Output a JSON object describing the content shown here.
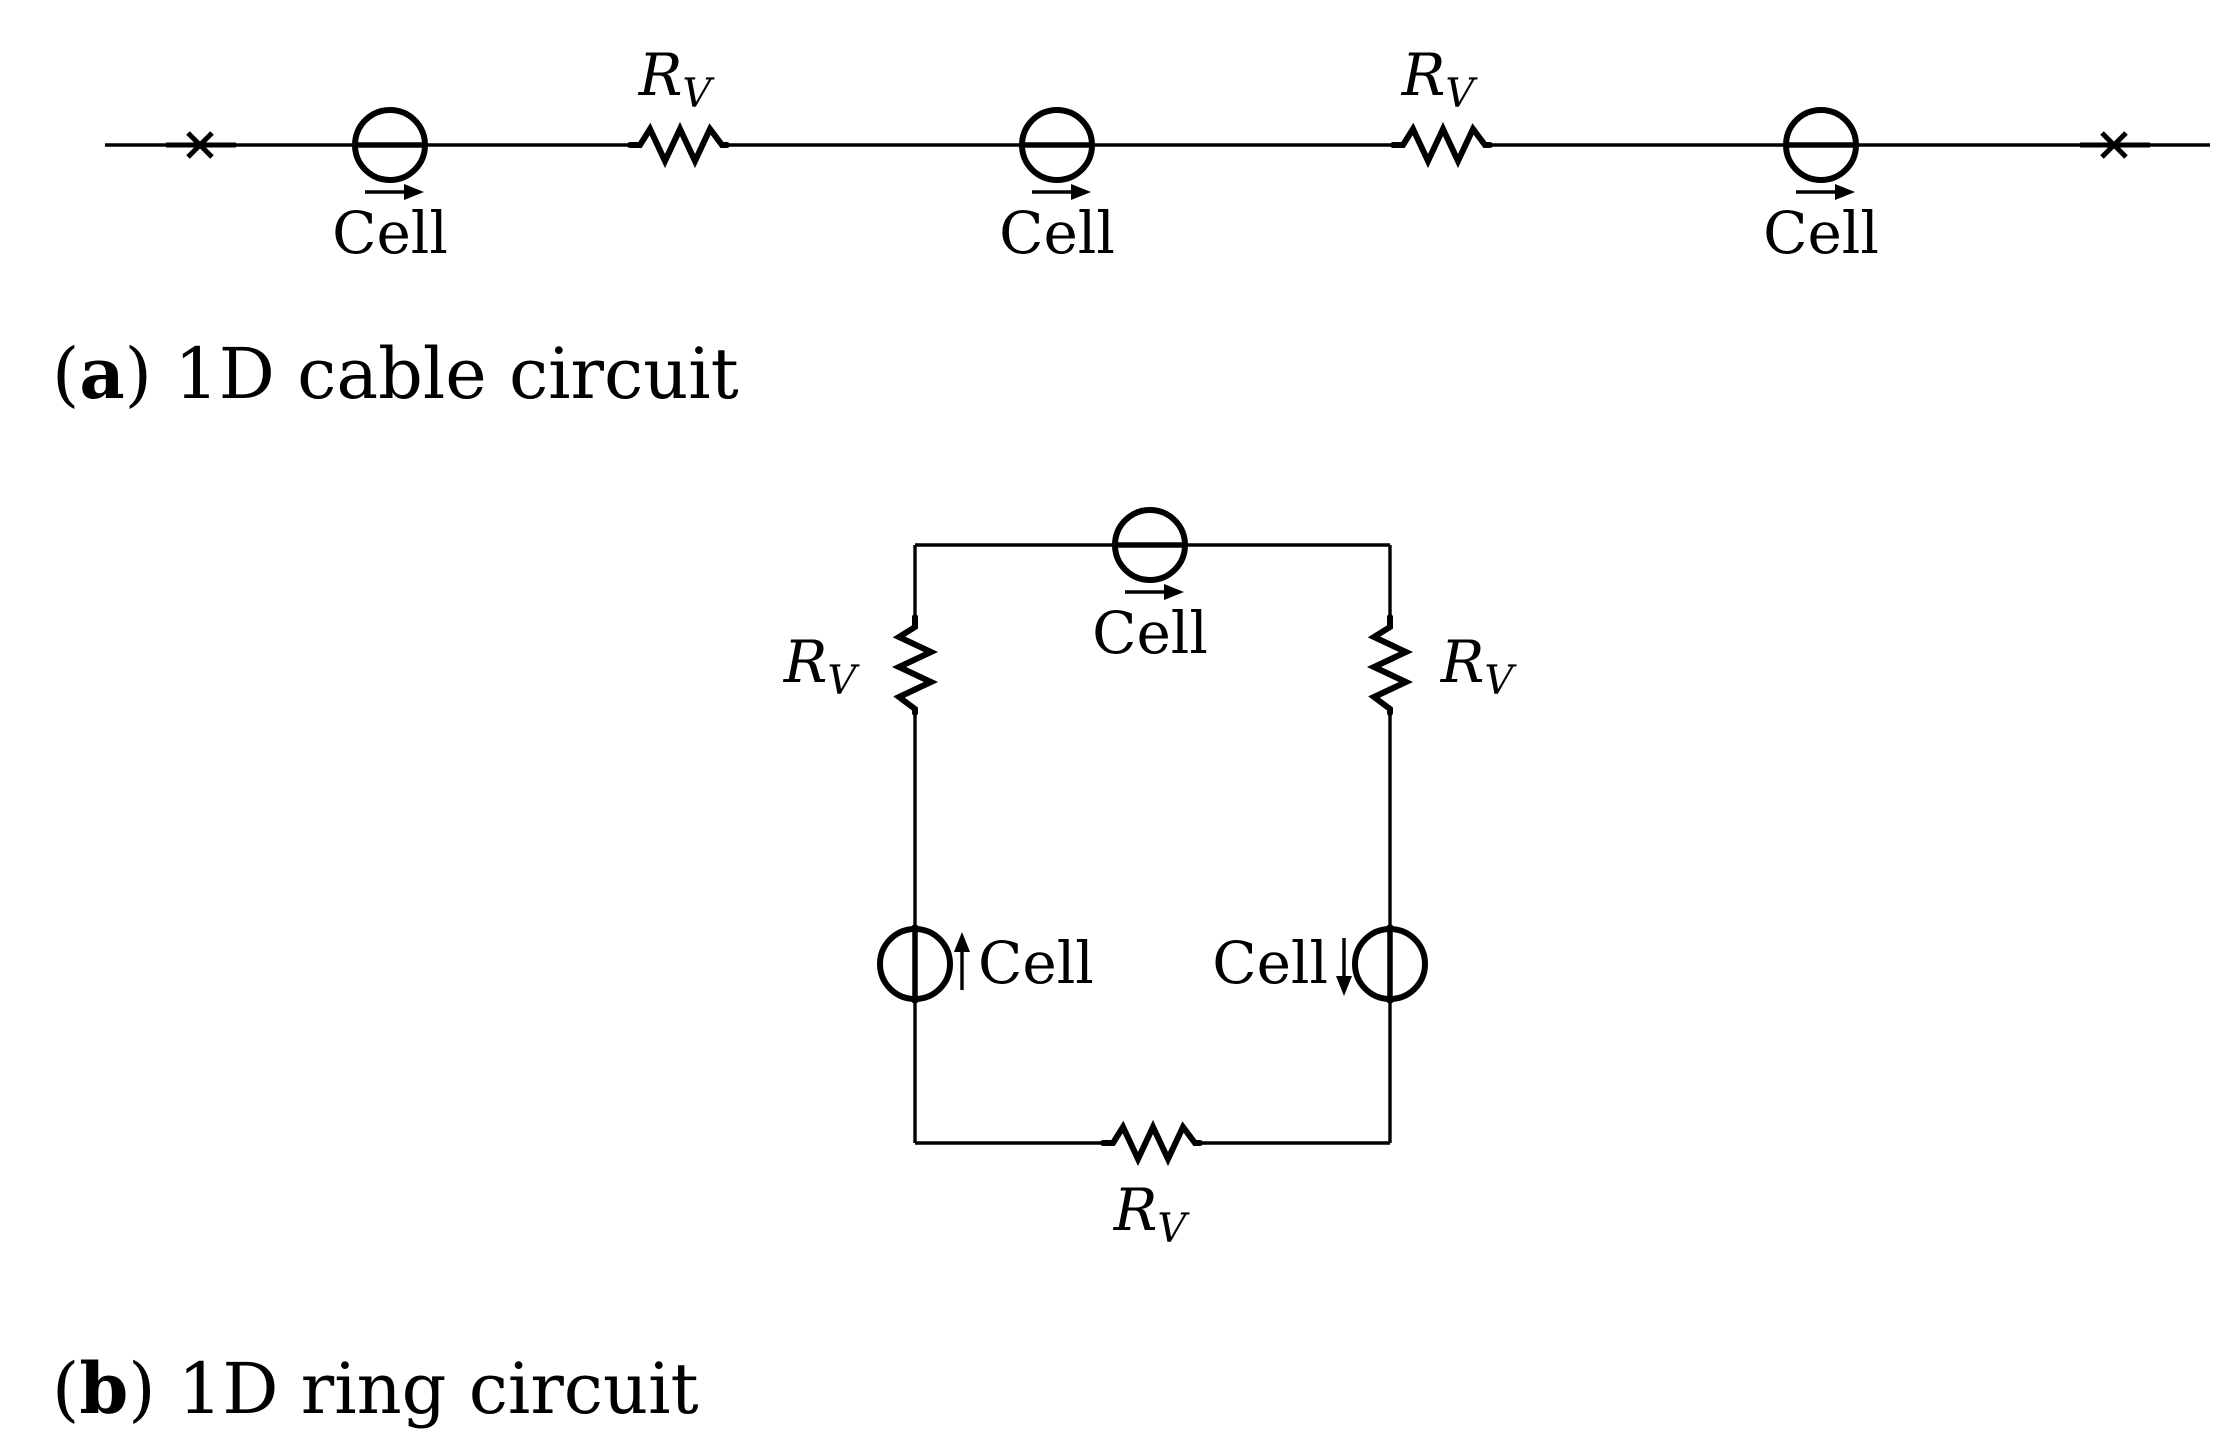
{
  "cable": {
    "cell_label": "Cell",
    "resistor_label": "R",
    "resistor_subscript": "V",
    "caption_open": "(",
    "caption_letter": "a",
    "caption_rest": ") 1D cable circuit"
  },
  "ring": {
    "cell_label": "Cell",
    "resistor_label": "R",
    "resistor_subscript": "V",
    "caption_open": "(",
    "caption_letter": "b",
    "caption_rest": ") 1D ring circuit"
  }
}
